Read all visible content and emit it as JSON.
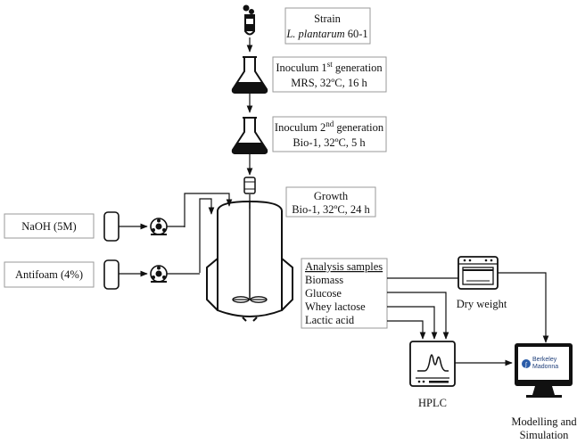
{
  "strain": {
    "title": "Strain",
    "species": "L. plantarum",
    "code": " 60-1"
  },
  "inoculum1": {
    "line1_pre": "Inoculum 1",
    "line1_sup": "st",
    "line1_post": " generation",
    "line2": "MRS, 32ºC, 16 h"
  },
  "inoculum2": {
    "line1_pre": "Inoculum 2",
    "line1_sup": "nd",
    "line1_post": " generation",
    "line2": "Bio-1, 32ºC, 5 h"
  },
  "growth": {
    "line1": "Growth",
    "line2": "Bio-1, 32ºC, 24 h"
  },
  "naoh": {
    "label": "NaOH (5M)"
  },
  "antifoam": {
    "label": "Antifoam (4%)"
  },
  "analysis": {
    "title": "Analysis samples",
    "items": [
      "Biomass",
      "Glucose",
      "Whey lactose",
      "Lactic acid"
    ]
  },
  "dry_weight": {
    "label": "Dry weight"
  },
  "hplc": {
    "label": "HPLC"
  },
  "modelling": {
    "line1": "Modelling and",
    "line2": "Simulation",
    "software_line1": "Berkeley",
    "software_line2": "Madonna"
  }
}
